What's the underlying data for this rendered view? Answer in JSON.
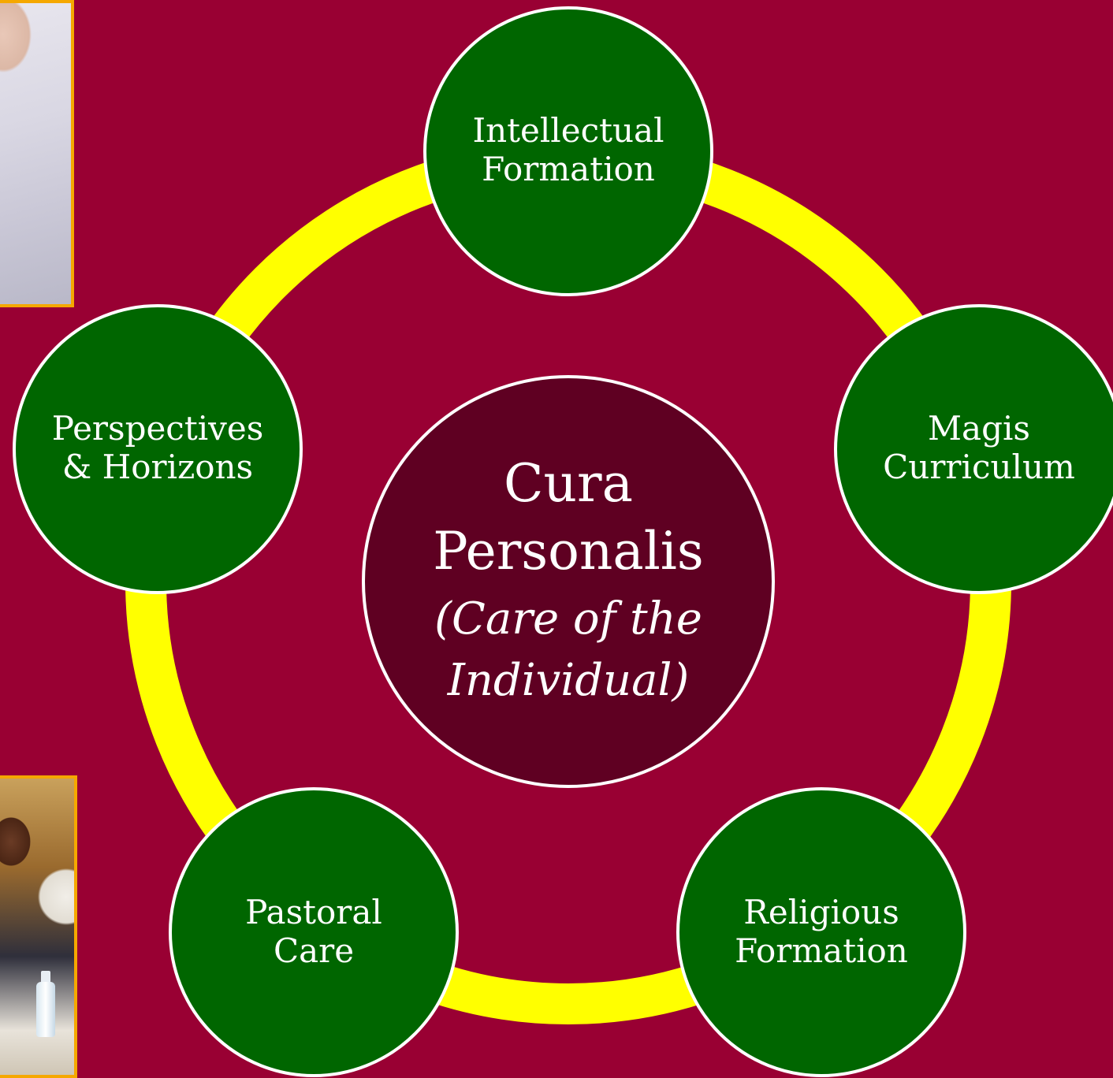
{
  "diagram": {
    "center": {
      "line1": "Cura",
      "line2": "Personalis",
      "line3": "(Care of the",
      "line4": "Individual)"
    },
    "nodes": [
      {
        "line1": "Intellectual",
        "line2": "Formation"
      },
      {
        "line1": "Magis",
        "line2": "Curriculum"
      },
      {
        "line1": "Religious",
        "line2": "Formation"
      },
      {
        "line1": "Pastoral",
        "line2": "Care"
      },
      {
        "line1": "Perspectives",
        "line2": "& Horizons"
      }
    ]
  },
  "colors": {
    "background": "#990033",
    "ring": "#ffff00",
    "node_fill": "#006600",
    "center_fill": "#5f0022",
    "outline": "#ffffff",
    "photo_border": "#f5a800"
  }
}
